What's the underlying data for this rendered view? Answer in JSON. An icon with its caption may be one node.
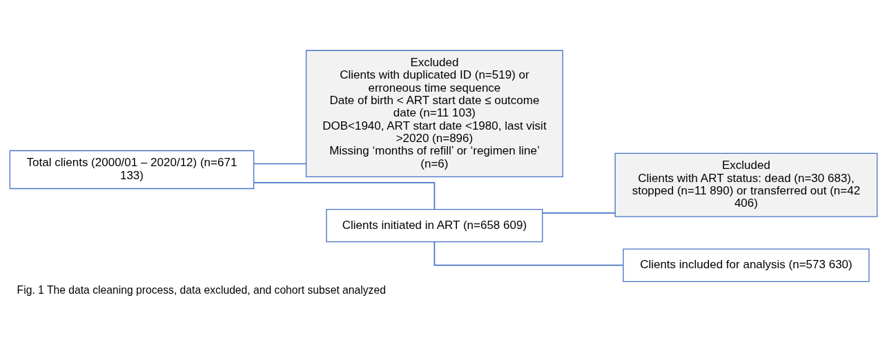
{
  "diagram": {
    "caption": "Fig. 1 The data cleaning process, data excluded, and cohort subset analyzed",
    "nodes": [
      {
        "text": [
          "Total clients (2000/01 – 2020/12) (n=671 133)"
        ]
      },
      {
        "text": [
          "Excluded",
          "Clients with duplicated ID (n=519) or erroneous time sequence",
          "Date of birth < ART start date ≤ outcome date (n=11 103)",
          "DOB<1940, ART start date <1980, last visit >2020 (n=896)",
          "Missing ‘months of refill’ or ‘regimen line’ (n=6)"
        ]
      },
      {
        "text": [
          "Clients initiated in ART (n=658 609)"
        ]
      },
      {
        "text": [
          "Excluded",
          "Clients with ART status: dead (n=30 683), stopped (n=11 890) or transferred out (n=42 406)"
        ]
      },
      {
        "text": [
          "Clients included for analysis (n=573 630)"
        ]
      }
    ],
    "edges": [
      {
        "from": 0,
        "to": 1,
        "arrow": "none"
      },
      {
        "from": 0,
        "to": 2,
        "arrow": "none"
      },
      {
        "from": 2,
        "to": 3,
        "arrow": "none"
      },
      {
        "from": 2,
        "to": 4,
        "arrow": "none"
      }
    ]
  }
}
